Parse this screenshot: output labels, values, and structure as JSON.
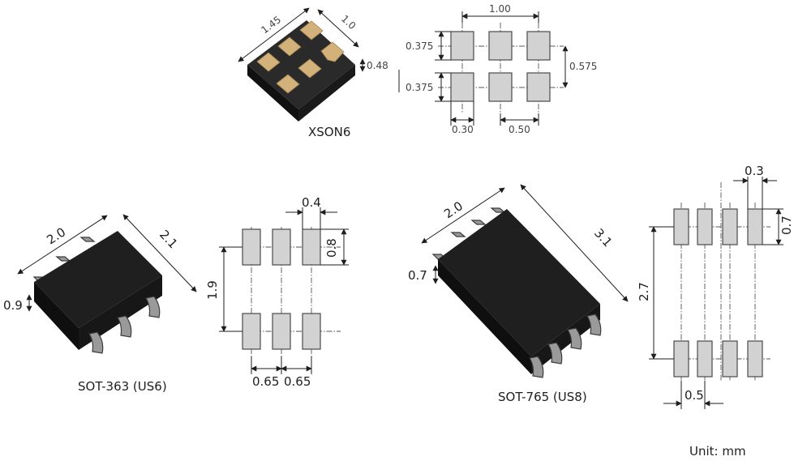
{
  "packages": {
    "xson6": {
      "name": "XSON6",
      "body_length": "1.45",
      "body_width": "1.0",
      "height": "0.48",
      "pad_height_top": "0.375",
      "pad_height_bottom": "0.375",
      "row_pitch": "0.575",
      "span": "1.00",
      "pad_width": "0.30",
      "pitch": "0.50"
    },
    "sot363": {
      "name": "SOT-363 (US6)",
      "body_length": "2.0",
      "lead_span": "2.1",
      "height": "0.9",
      "pad_width": "0.4",
      "pad_length": "0.8",
      "row_pitch": "1.9",
      "pitch_left": "0.65",
      "pitch_right": "0.65"
    },
    "sot765": {
      "name": "SOT-765 (US8)",
      "body_width": "2.0",
      "lead_span": "3.1",
      "height": "0.7",
      "pad_width": "0.3",
      "pad_length": "0.7",
      "row_pitch": "2.7",
      "pitch": "0.5"
    }
  },
  "unit_label": "Unit: mm",
  "colors": {
    "pad_fill": "#d2d2d2",
    "pad_stroke": "#4a4a4a",
    "body": "#1f1f1f",
    "gold": "#d2b27a",
    "lead": "#9a9a9a"
  }
}
